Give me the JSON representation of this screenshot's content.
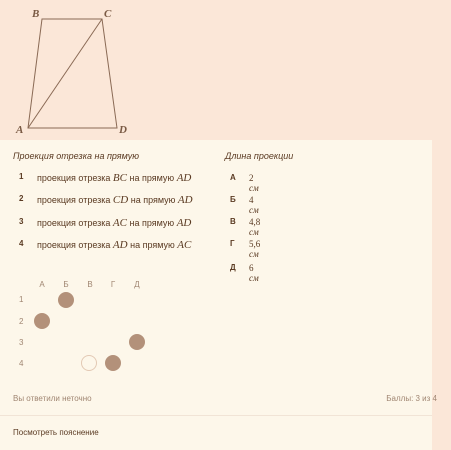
{
  "figure": {
    "vertices": {
      "A": "A",
      "B": "B",
      "C": "C",
      "D": "D"
    }
  },
  "columns": {
    "left_header": "Проекция отрезка на прямую",
    "right_header": "Длина проекции"
  },
  "questions": [
    {
      "num": "1",
      "prefix": "проекция отрезка",
      "segment": "BC",
      "middle": "на прямую",
      "line": "AD"
    },
    {
      "num": "2",
      "prefix": "проекция отрезка",
      "segment": "CD",
      "middle": "на прямую",
      "line": "AD"
    },
    {
      "num": "3",
      "prefix": "проекция отрезка",
      "segment": "AC",
      "middle": "на прямую",
      "line": "AD"
    },
    {
      "num": "4",
      "prefix": "проекция отрезка",
      "segment": "AD",
      "middle": "на прямую",
      "line": "AC"
    }
  ],
  "answers": [
    {
      "letter": "А",
      "value": "2",
      "unit": "см"
    },
    {
      "letter": "Б",
      "value": "4",
      "unit": "см"
    },
    {
      "letter": "В",
      "value": "4,8",
      "unit": "см"
    },
    {
      "letter": "Г",
      "value": "5,6",
      "unit": "см"
    },
    {
      "letter": "Д",
      "value": "6",
      "unit": "см"
    }
  ],
  "matching_grid": {
    "col_labels": [
      "А",
      "Б",
      "В",
      "Г",
      "Д"
    ],
    "row_labels": [
      "1",
      "2",
      "3",
      "4"
    ],
    "selected": [
      {
        "row": "1",
        "col": "Б",
        "state": "filled"
      },
      {
        "row": "2",
        "col": "А",
        "state": "filled"
      },
      {
        "row": "3",
        "col": "Д",
        "state": "filled"
      },
      {
        "row": "4",
        "col": "В",
        "state": "empty"
      },
      {
        "row": "4",
        "col": "Г",
        "state": "filled"
      }
    ]
  },
  "result": {
    "status": "Вы ответили неточно",
    "score": "Баллы: 3 из 4",
    "explain_link": "Посмотреть пояснение"
  }
}
